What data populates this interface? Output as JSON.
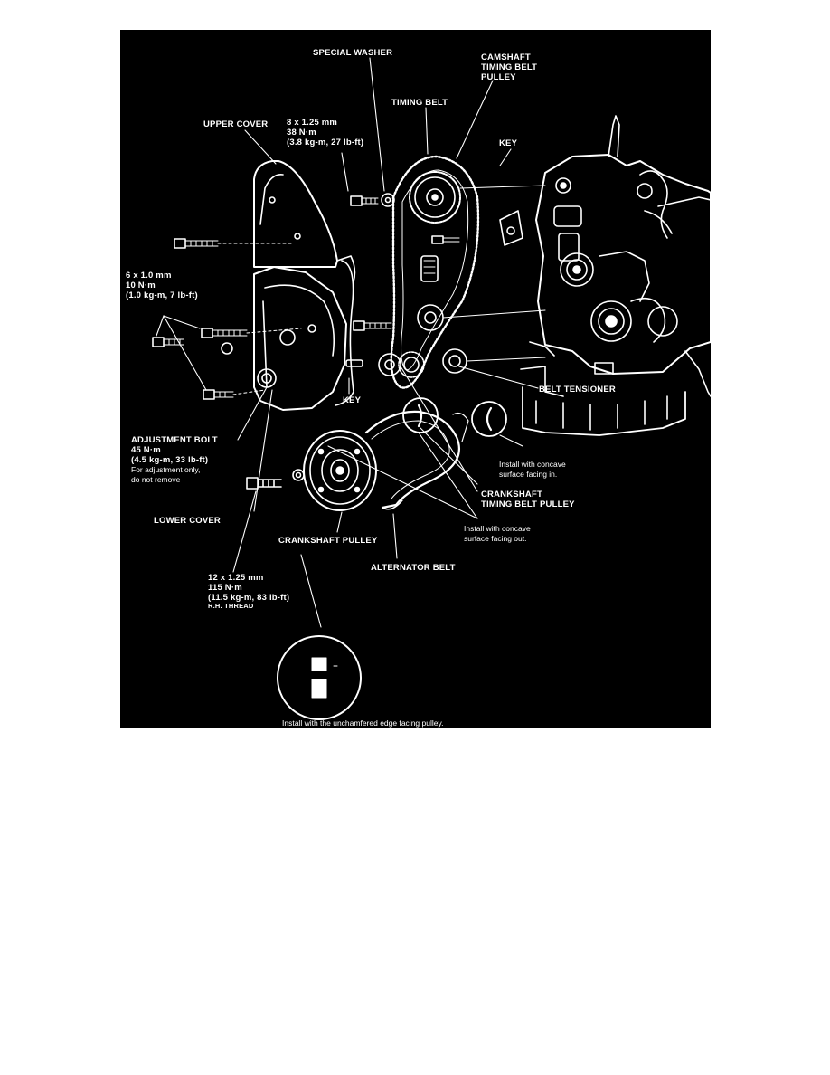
{
  "diagram": {
    "background_color": "#000000",
    "ink_color": "#ffffff",
    "labels": {
      "special_washer": "SPECIAL WASHER",
      "camshaft_pulley": [
        "CAMSHAFT",
        "TIMING BELT",
        "PULLEY"
      ],
      "timing_belt": "TIMING BELT",
      "upper_cover": "UPPER COVER",
      "upper_bolt_spec": [
        "8 x 1.25 mm",
        "38 N·m",
        "(3.8 kg-m, 27 lb-ft)"
      ],
      "key_top": "KEY",
      "cover_bolt_spec": [
        "6 x 1.0 mm",
        "10 N·m",
        "(1.0 kg-m, 7 lb-ft)"
      ],
      "key_bottom": "KEY",
      "belt_tensioner": "BELT TENSIONER",
      "adjustment_bolt": [
        "ADJUSTMENT BOLT",
        "45 N·m",
        "(4.5 kg-m, 33 lb-ft)"
      ],
      "adjustment_note": [
        "For adjustment only,",
        "do not remove"
      ],
      "install_in_note": [
        "Install with concave",
        "surface facing in."
      ],
      "crankshaft_timing_pulley": [
        "CRANKSHAFT",
        "TIMING BELT PULLEY"
      ],
      "install_out_note": [
        "Install with concave",
        "surface facing out."
      ],
      "lower_cover": "LOWER COVER",
      "crankshaft_pulley": "CRANKSHAFT PULLEY",
      "alternator_belt": "ALTERNATOR BELT",
      "crank_bolt_spec": [
        "12 x 1.25 mm",
        "115 N·m",
        "(11.5 kg-m, 83 lb-ft)",
        "R.H. THREAD"
      ],
      "washer_note": "Install with the unchamfered edge facing pulley."
    }
  }
}
